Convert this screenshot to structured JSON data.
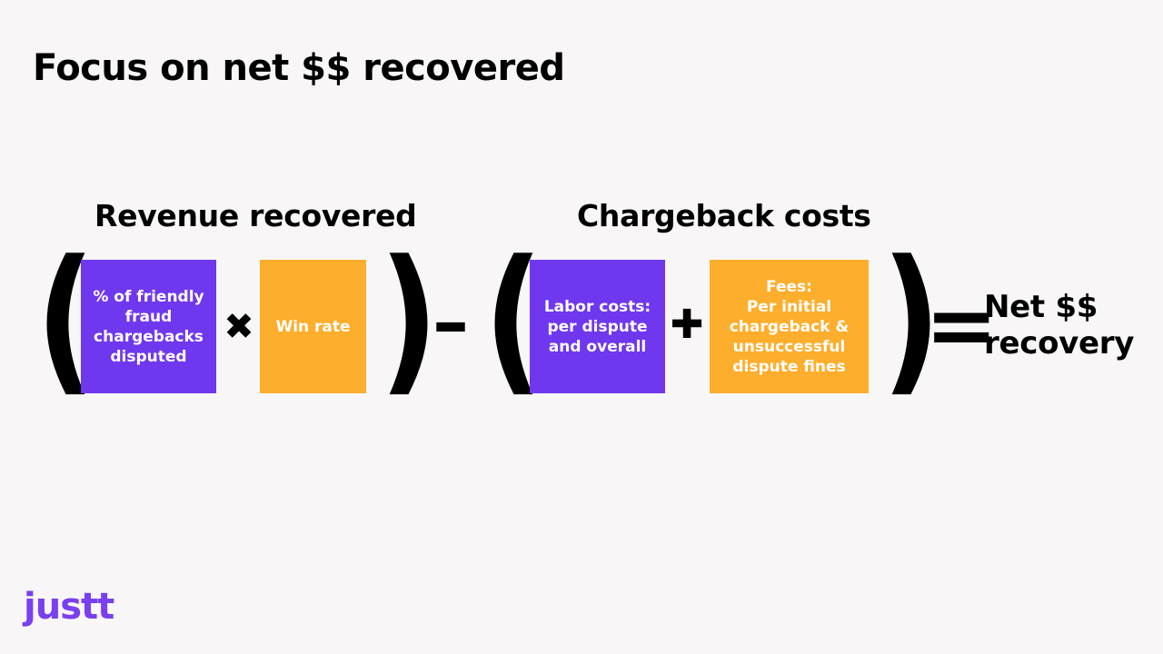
{
  "title": "Focus on net $$ recovered",
  "groups": {
    "revenue_label": "Revenue recovered",
    "costs_label": "Chargeback costs"
  },
  "boxes": {
    "friendly_fraud": "% of friendly\nfraud\nchargebacks\ndisputed",
    "win_rate": "Win rate",
    "labor_costs": "Labor costs:\nper dispute\nand overall",
    "fees": "Fees:\nPer initial\nchargeback &\nunsuccessful\ndispute fines"
  },
  "operators": {
    "open_paren": "(",
    "close_paren": ")",
    "multiply": "✖",
    "minus": "–",
    "plus": "✚",
    "equals": "="
  },
  "result": "Net $$\nrecovery",
  "logo": "justt",
  "colors": {
    "purple": "#7038ee",
    "orange": "#fdae2c",
    "background": "#f8f6f7",
    "logo": "#7a3fee"
  }
}
